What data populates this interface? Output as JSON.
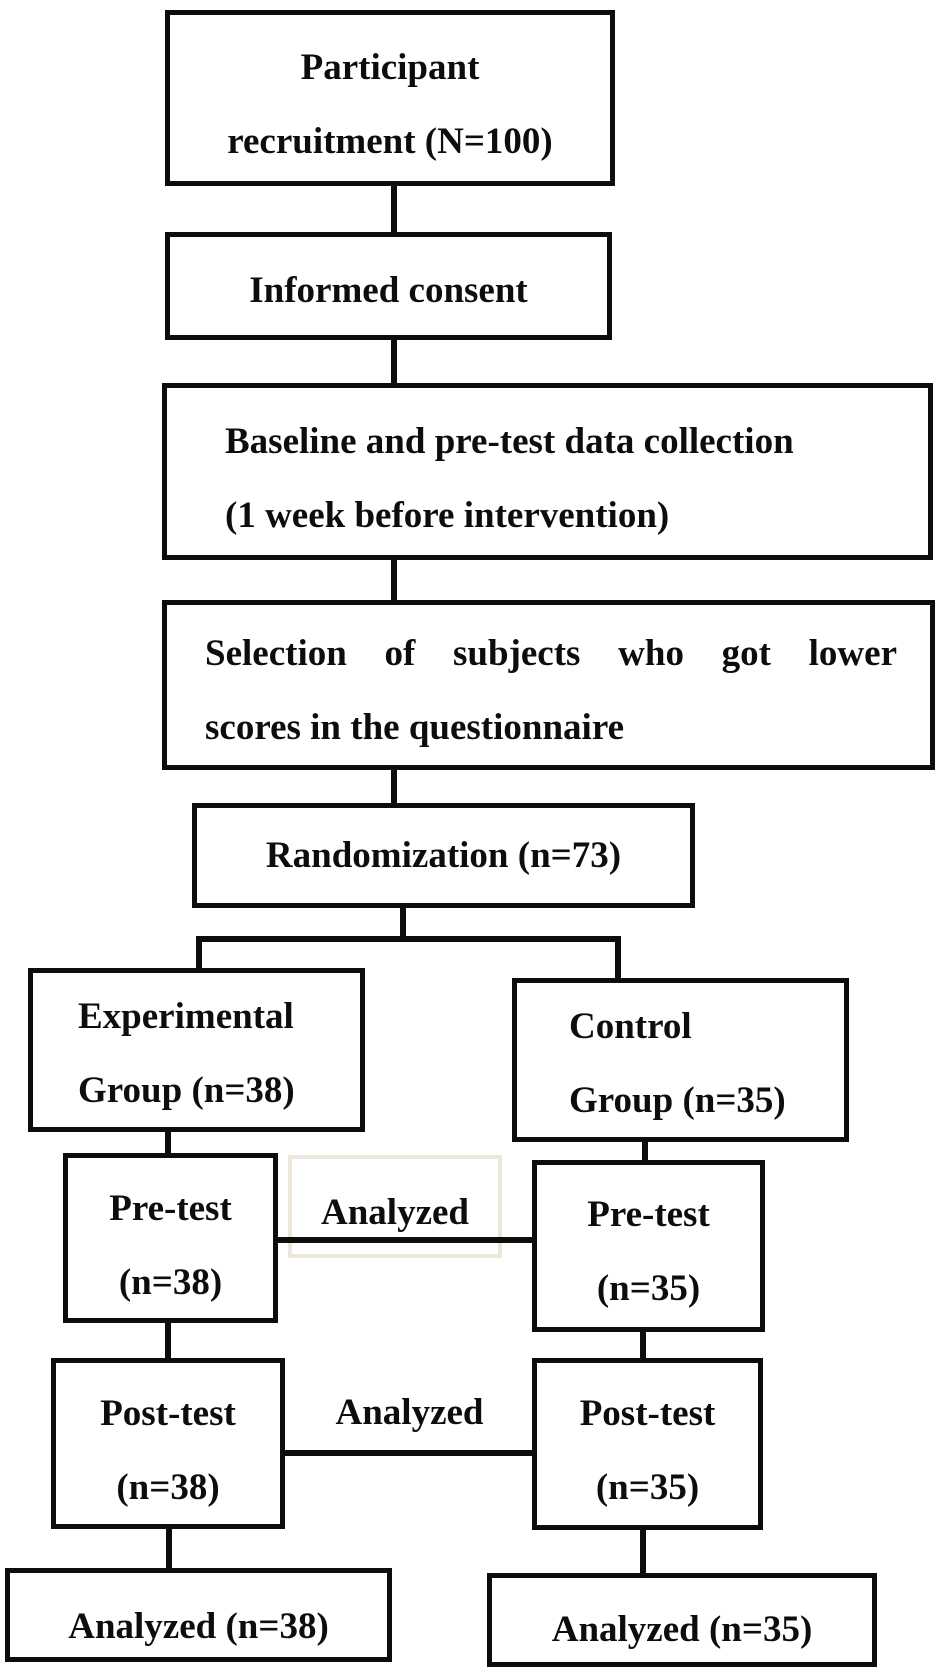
{
  "flowchart": {
    "boxes": {
      "recruitment": {
        "line1": "Participant",
        "line2": "recruitment (N=100)"
      },
      "consent": {
        "text": "Informed consent"
      },
      "baseline": {
        "line1": "Baseline and pre-test data collection",
        "line2": "(1 week before intervention)"
      },
      "selection": {
        "line1": "Selection of subjects who got lower",
        "line2": "scores in the questionnaire"
      },
      "randomization": {
        "text": "Randomization (n=73)"
      },
      "experimental_group": {
        "line1": "Experimental",
        "line2": "Group (n=38)"
      },
      "control_group": {
        "line1": "Control",
        "line2": "Group (n=35)"
      },
      "pretest_experimental": {
        "line1": "Pre-test",
        "line2": "(n=38)"
      },
      "pretest_control": {
        "line1": "Pre-test",
        "line2": "(n=35)"
      },
      "posttest_experimental": {
        "line1": "Post-test",
        "line2": "(n=38)"
      },
      "posttest_control": {
        "line1": "Post-test",
        "line2": "(n=35)"
      },
      "analyzed_experimental": {
        "text": "Analyzed (n=38)"
      },
      "analyzed_control": {
        "text": "Analyzed (n=35)"
      }
    },
    "connector_labels": {
      "pretest_comparison": "Analyzed",
      "posttest_comparison": "Analyzed"
    },
    "colors": {
      "line": "#0d0d0d",
      "text": "#0d0d0d",
      "background": "#ffffff",
      "highlight_box_border": "#ece7da"
    }
  }
}
